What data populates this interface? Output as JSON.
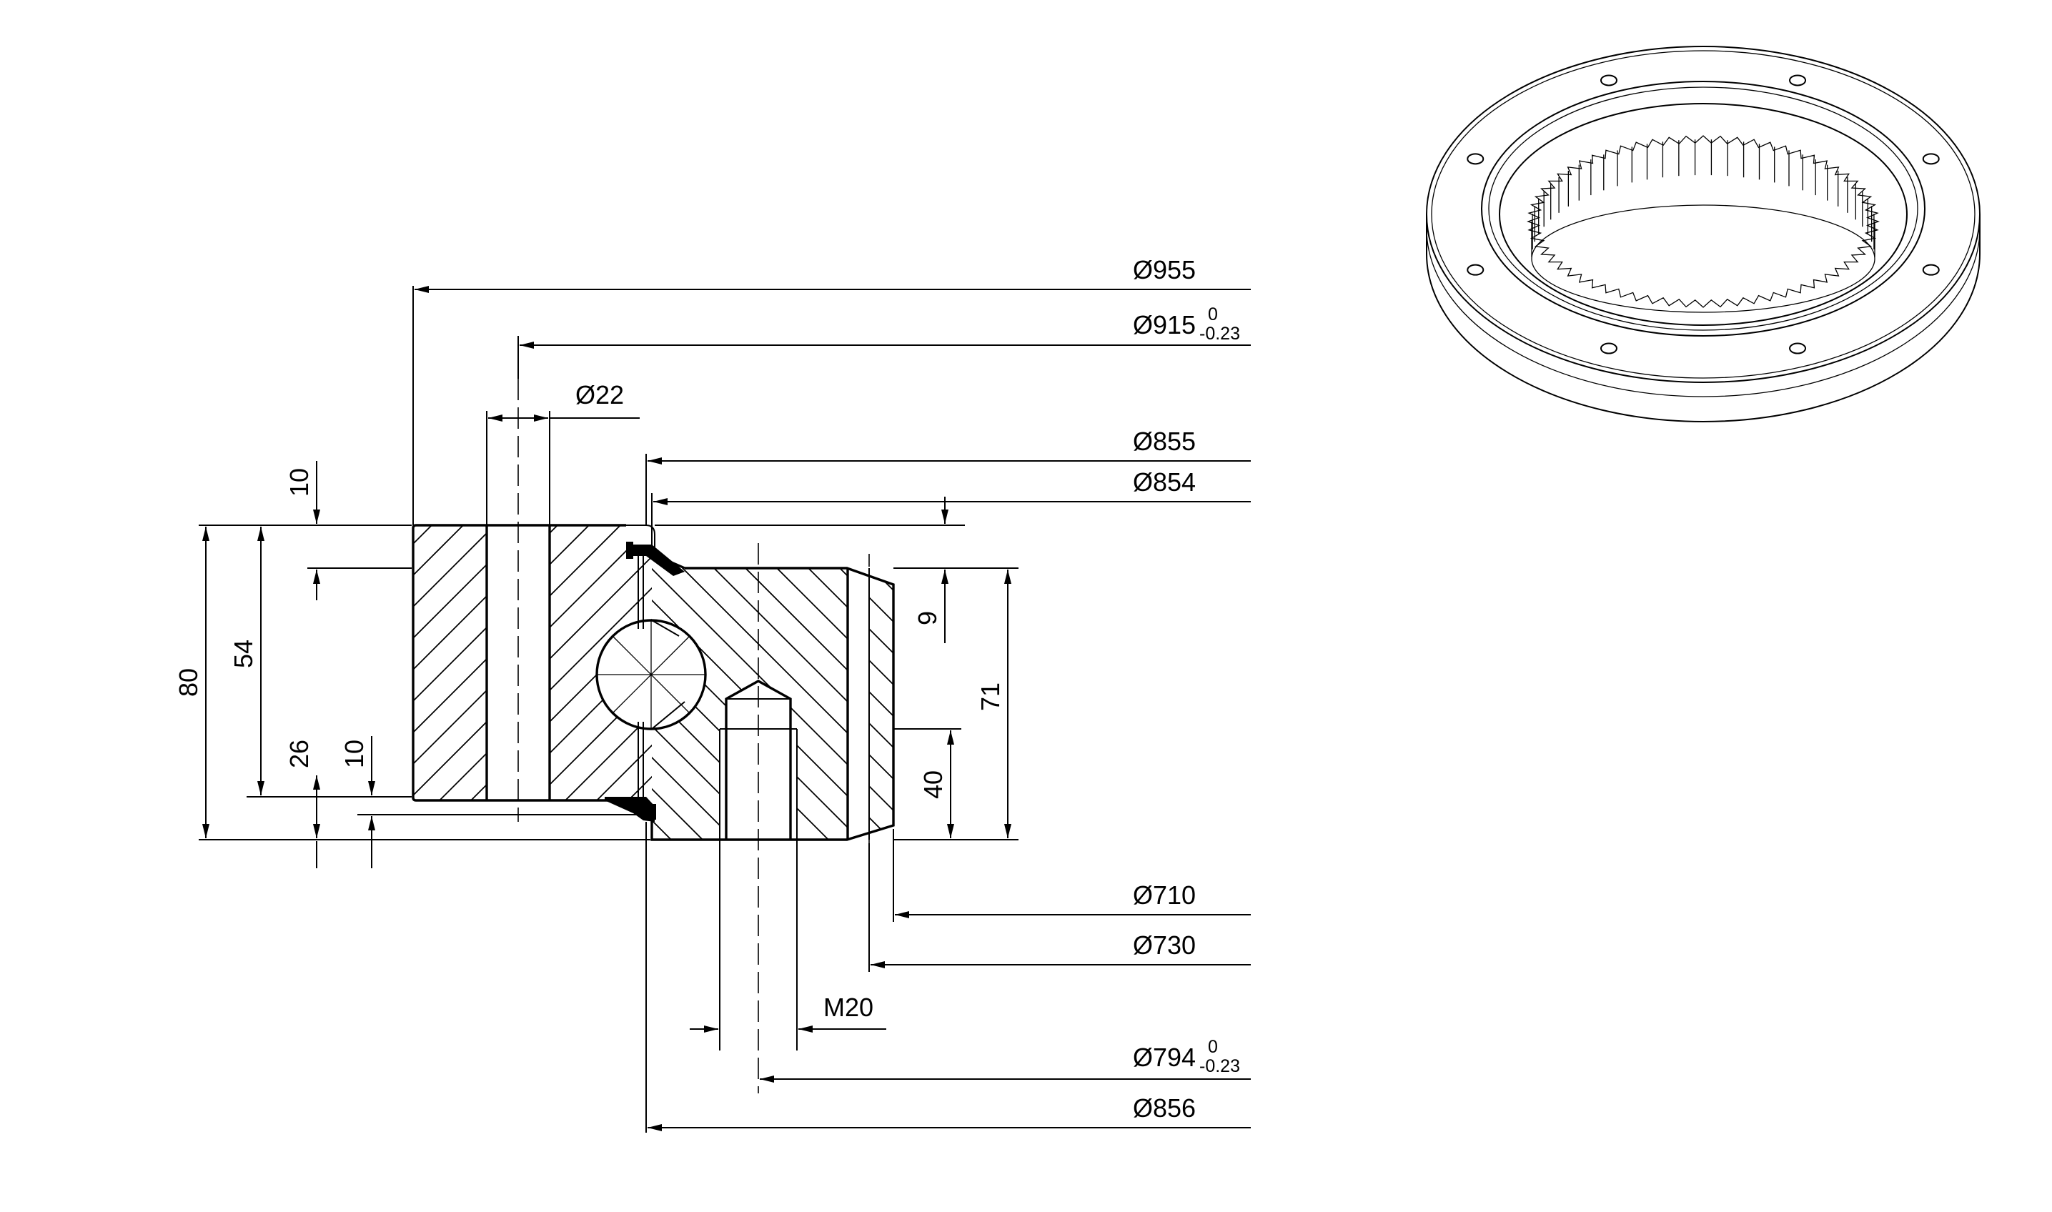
{
  "dimensions": {
    "dia_955": "Ø955",
    "dia_915": "Ø915",
    "dia_915_tol_upper": "0",
    "dia_915_tol_lower": "-0.23",
    "dia_22": "Ø22",
    "dia_855": "Ø855",
    "dia_854": "Ø854",
    "dia_710": "Ø710",
    "dia_730": "Ø730",
    "thread_m20": "M20",
    "dia_794": "Ø794",
    "dia_794_tol_upper": "0",
    "dia_794_tol_lower": "-0.23",
    "dia_856": "Ø856",
    "height_80": "80",
    "height_54": "54",
    "height_10_top": "10",
    "height_26": "26",
    "height_10_bottom": "10",
    "height_9": "9",
    "height_71": "71",
    "height_40": "40"
  }
}
